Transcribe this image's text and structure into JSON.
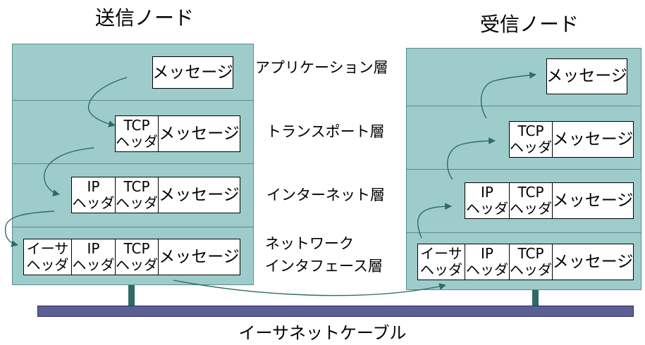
{
  "titles": {
    "sender": "送信ノード",
    "receiver": "受信ノード"
  },
  "layers": {
    "application": "アプリケーション層",
    "transport": "トランスポート層",
    "internet": "インターネット層",
    "network_line1": "ネットワーク",
    "network_line2": "インタフェース層"
  },
  "headers": {
    "message": "メッセージ",
    "tcp_top": "TCP",
    "tcp_bottom": "ヘッダ",
    "ip_top": "IP",
    "ip_bottom": "ヘッダ",
    "ether_top": "イーサ",
    "ether_bottom": "ヘッダ"
  },
  "cable_label": "イーサネットケーブル",
  "colors": {
    "node_fill": "#9ecccb",
    "cable": "#5b5f93",
    "post": "#2e6b66",
    "arrow": "#2e6b66"
  }
}
